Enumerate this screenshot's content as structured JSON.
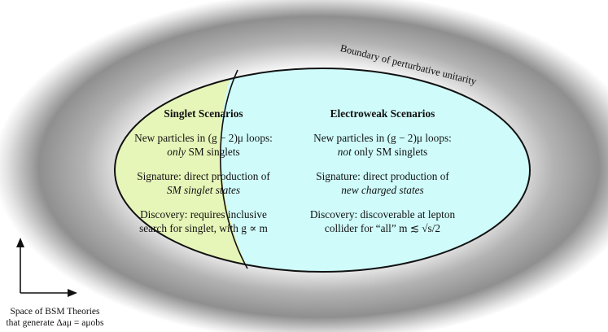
{
  "boundary_label": "Boundary of perturbative unitarity",
  "singlet": {
    "title": "Singlet Scenarios",
    "particles_line1": "New particles in (g − 2)μ loops:",
    "particles_emph": "only",
    "particles_rest": " SM singlets",
    "signature_line1": "Signature: direct production of",
    "signature_line2": "SM singlet states",
    "discovery_line1": "Discovery: requires inclusive",
    "discovery_line2": "search for singlet, with g ∝ m"
  },
  "electroweak": {
    "title": "Electroweak Scenarios",
    "particles_line1": "New particles in (g − 2)μ loops:",
    "particles_emph": "not",
    "particles_rest": " only SM singlets",
    "signature_line1": "Signature: direct production of",
    "signature_line2": "new charged states",
    "discovery_line1": "Discovery: discoverable at lepton",
    "discovery_line2": "collider for “all” m ≲ √s/2"
  },
  "axis_caption": {
    "line1": "Space of BSM Theories",
    "line2": "that generate Δaμ = aμobs"
  },
  "colors": {
    "singlet_fill": "#e6f5b8",
    "electroweak_fill": "#cffcfb",
    "outline": "#111111",
    "halo_inner": "#ffffff",
    "halo_outer": "#8c8c8c"
  }
}
